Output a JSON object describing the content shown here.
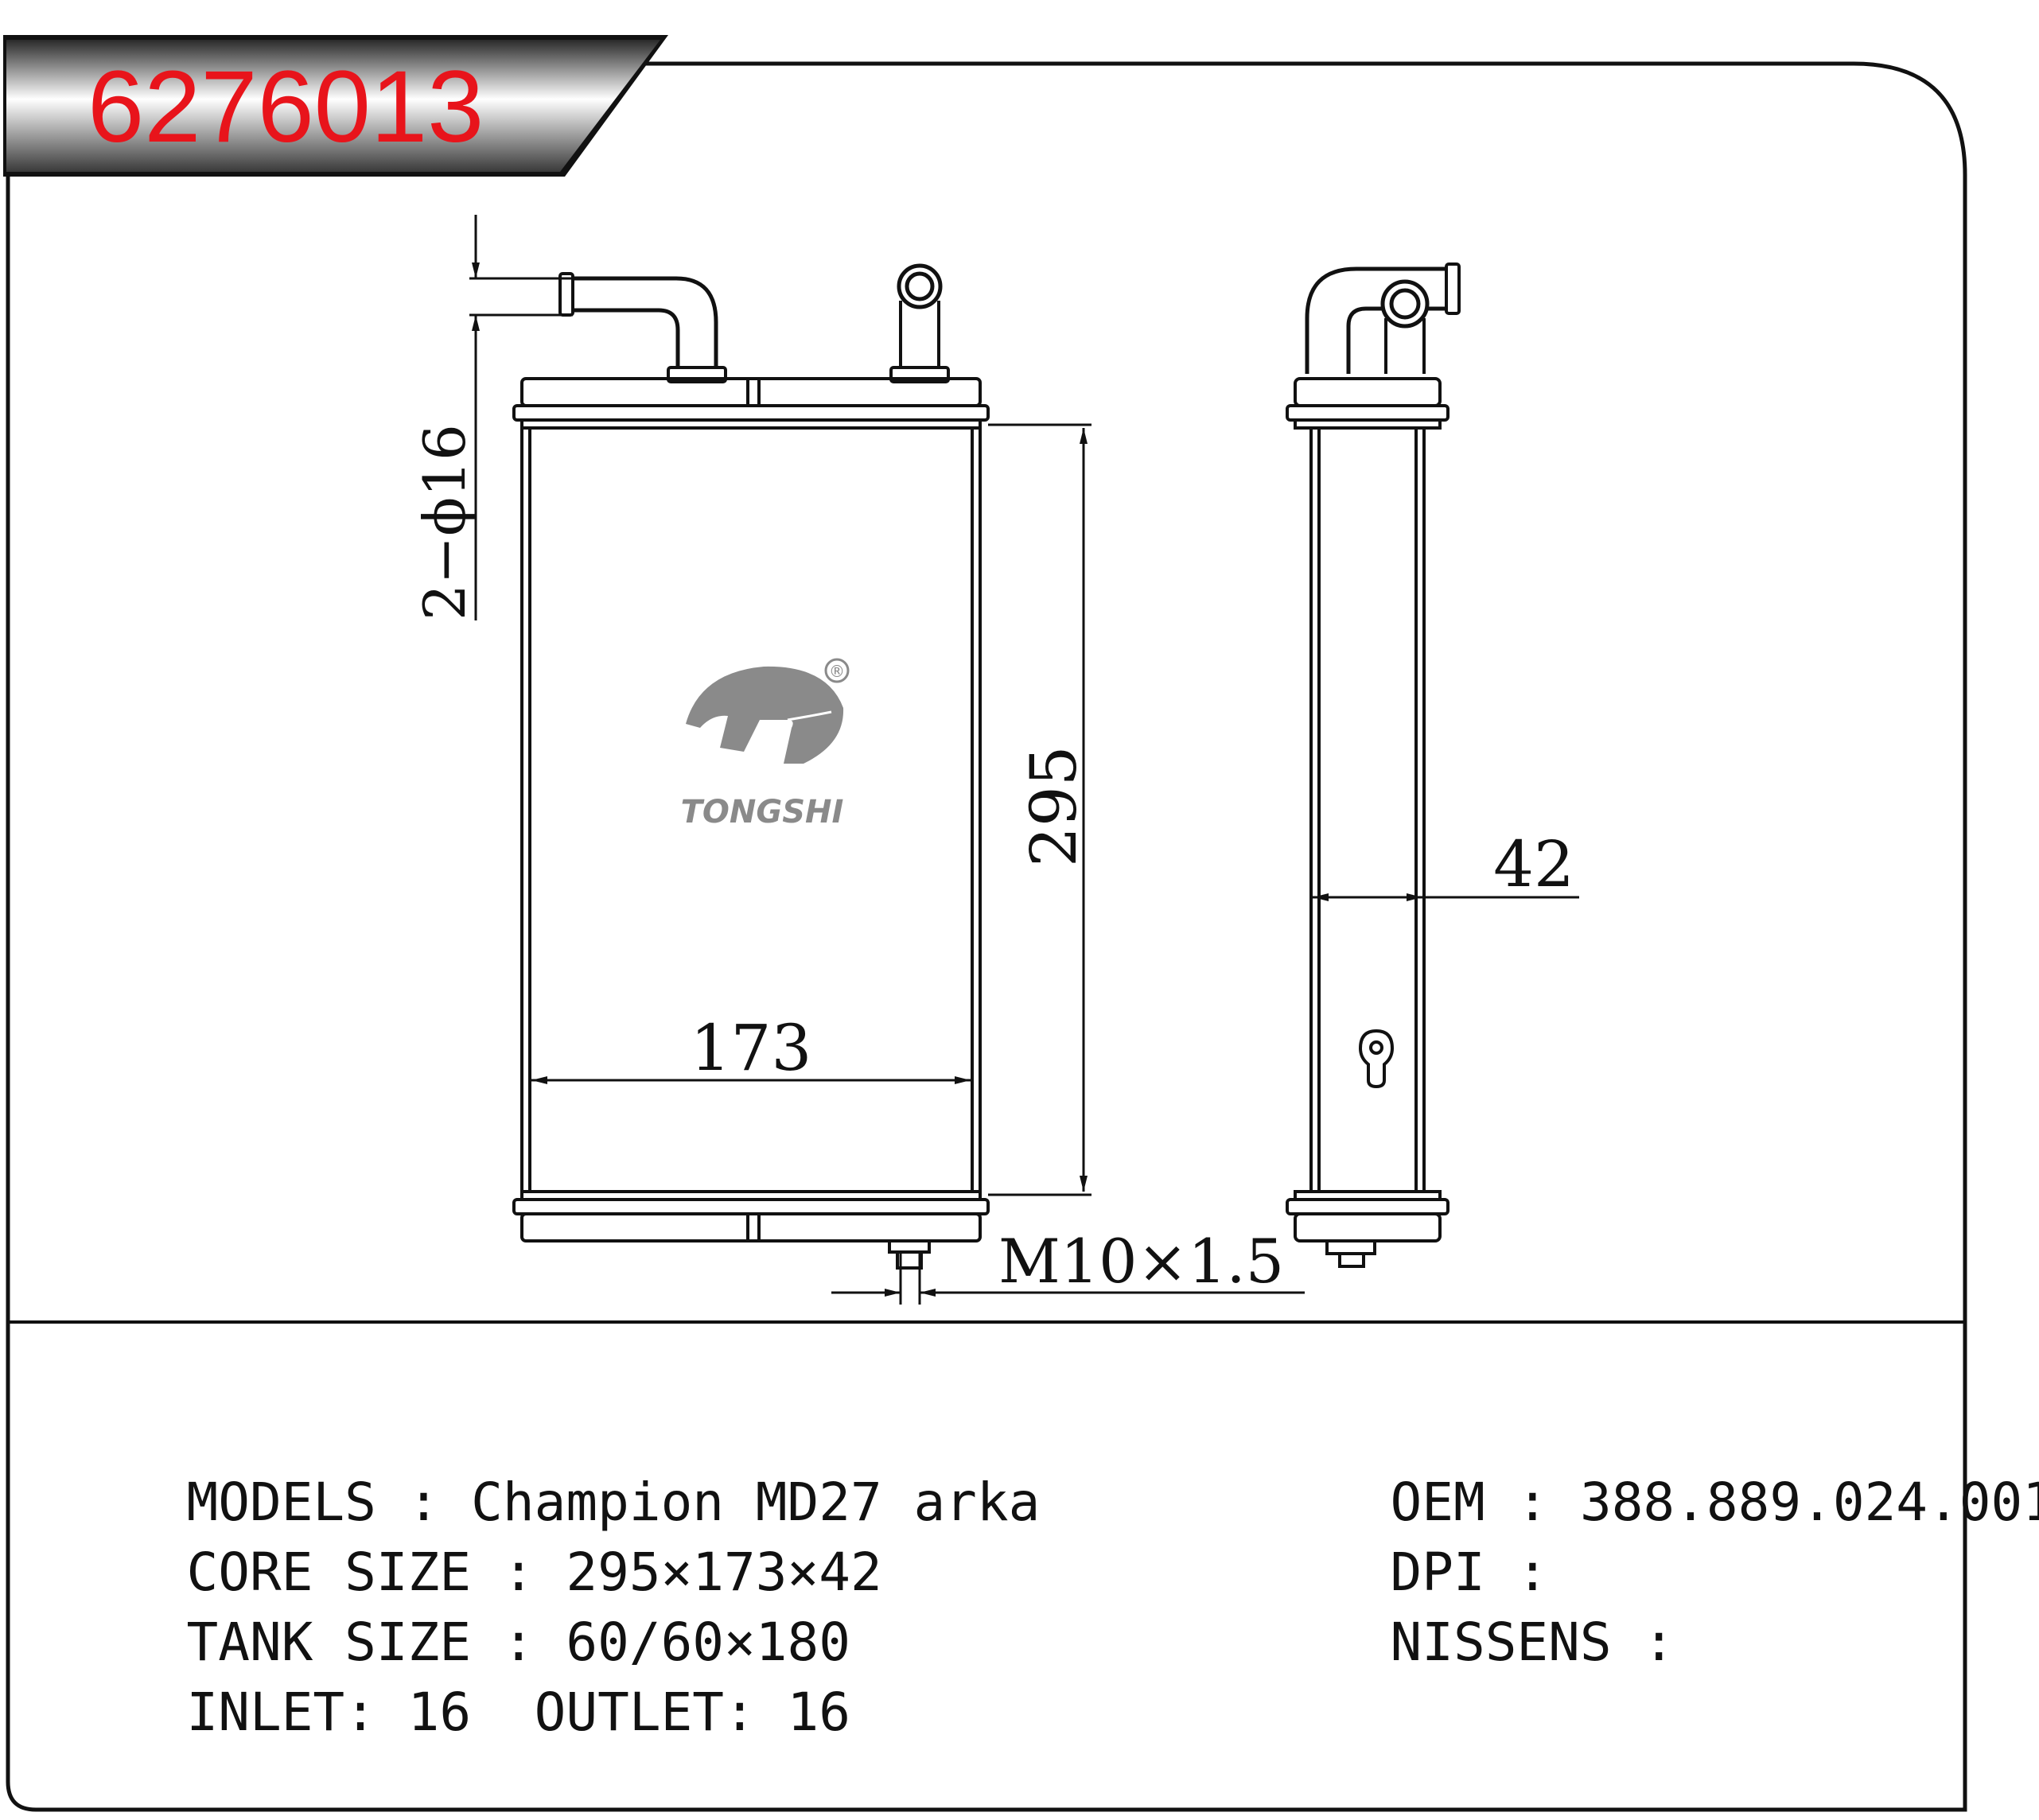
{
  "part_number": "6276013",
  "colors": {
    "part_number": "#e8141b",
    "outline": "#111111",
    "logo": "#8a8a8a"
  },
  "logo": {
    "name": "TONGSHI",
    "registered_mark": "®"
  },
  "dimensions": {
    "pipe": "2−ϕ16",
    "height": "295",
    "width": "173",
    "depth": "42",
    "thread": "M10×1.5"
  },
  "specs": {
    "models_label": "MODELS",
    "models_value": "Champion MD27 arka",
    "core_label": "CORE SIZE",
    "core_value": "295×173×42",
    "tank_label": "TANK SIZE",
    "tank_value": "60/60×180",
    "inlet_label": "INLET:",
    "inlet_value": "16",
    "outlet_label": "OUTLET:",
    "outlet_value": "16",
    "oem_label": "OEM",
    "oem_value": "388.889.024.001",
    "dpi_label": "DPI",
    "dpi_value": "",
    "nissens_label": "NISSENS",
    "nissens_value": "",
    "separator": ":"
  }
}
